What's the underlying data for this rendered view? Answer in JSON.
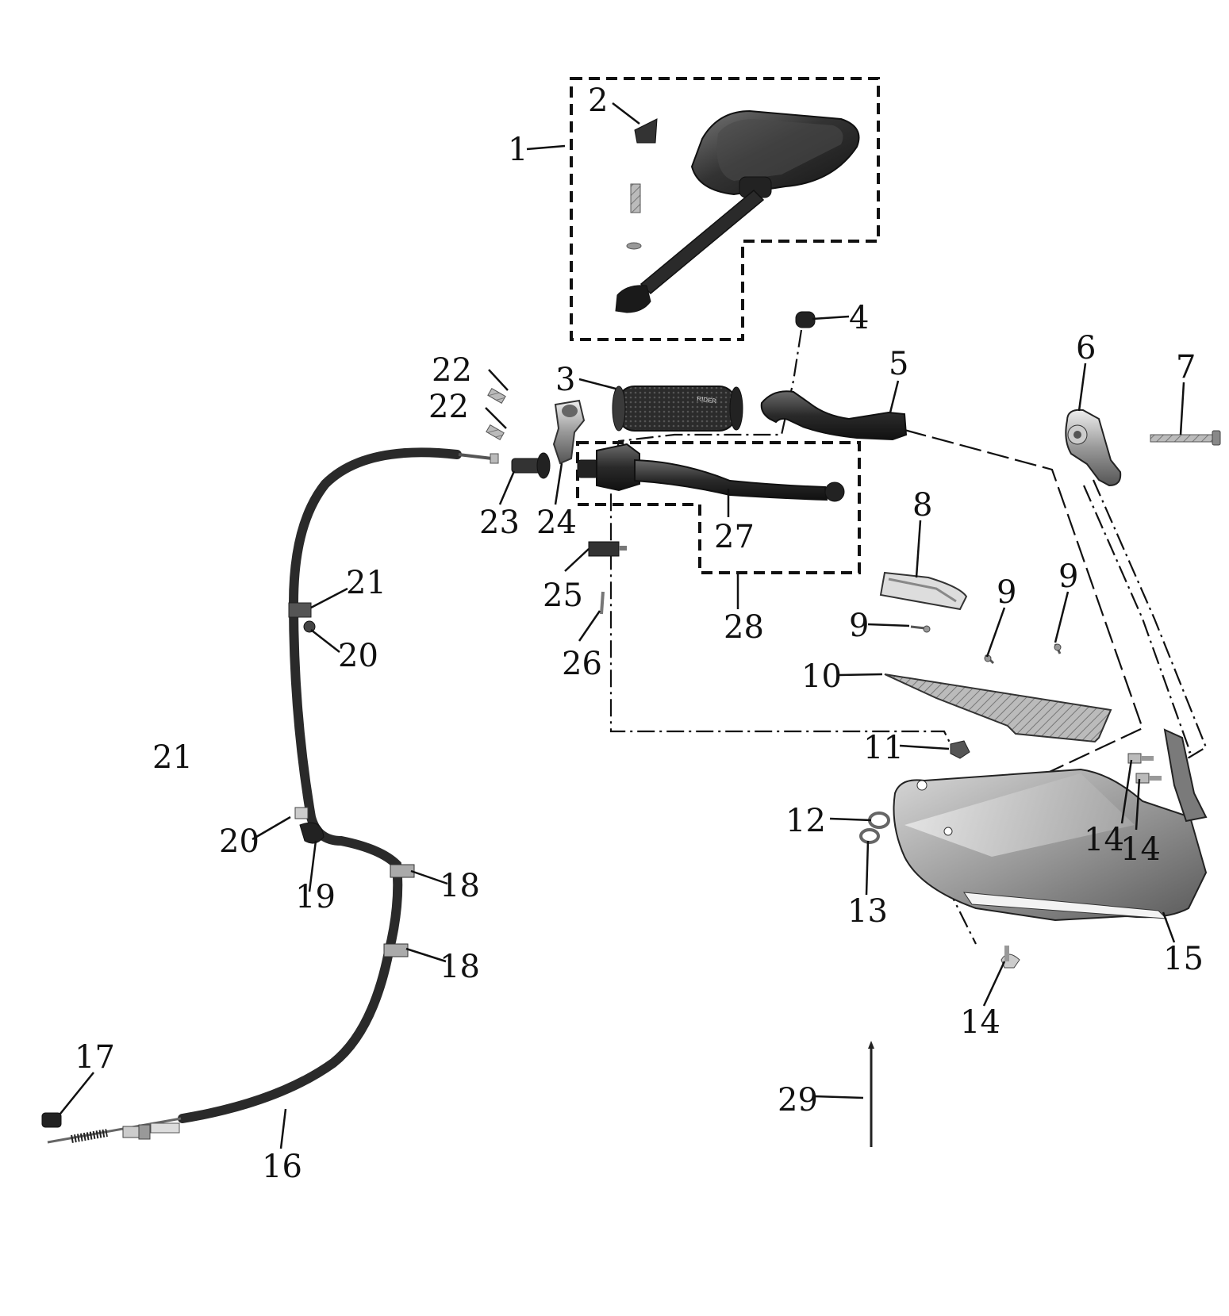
{
  "callouts": {
    "c1": "1",
    "c2": "2",
    "c3": "3",
    "c4": "4",
    "c5": "5",
    "c6": "6",
    "c7": "7",
    "c8": "8",
    "c9a": "9",
    "c9b": "9",
    "c9c": "9",
    "c10": "10",
    "c11": "11",
    "c12": "12",
    "c13": "13",
    "c14a": "14",
    "c14b": "14",
    "c14c": "14",
    "c15": "15",
    "c16": "16",
    "c17": "17",
    "c18a": "18",
    "c18b": "18",
    "c19": "19",
    "c20a": "20",
    "c20b": "20",
    "c21a": "21",
    "c21b": "21",
    "c22a": "22",
    "c22b": "22",
    "c23": "23",
    "c24": "24",
    "c25": "25",
    "c26": "26",
    "c27": "27",
    "c28": "28",
    "c29": "29"
  },
  "grip_brand": "RIDER"
}
